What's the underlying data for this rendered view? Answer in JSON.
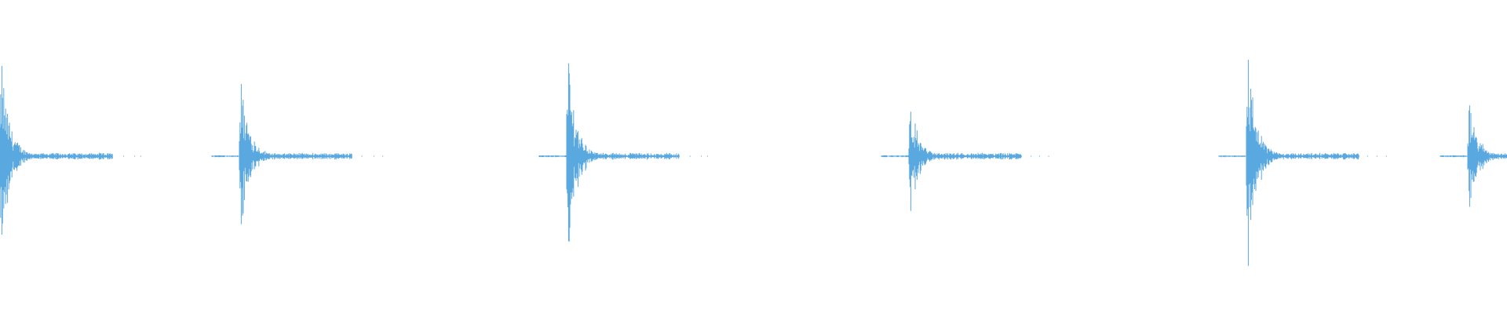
{
  "waveform": {
    "color": "#5aa8e0",
    "background": "#ffffff",
    "peak_count": 6,
    "peaks": [
      {
        "onset_s": 0.0,
        "peak_amplitude": 0.78
      },
      {
        "onset_s": 3.05,
        "peak_amplitude": 0.68
      },
      {
        "onset_s": 7.22,
        "peak_amplitude": 0.84
      },
      {
        "onset_s": 11.58,
        "peak_amplitude": 0.46
      },
      {
        "onset_s": 15.88,
        "peak_amplitude": 0.88
      },
      {
        "onset_s": 18.7,
        "peak_amplitude": 0.47
      }
    ],
    "duration_s": 19.2
  }
}
